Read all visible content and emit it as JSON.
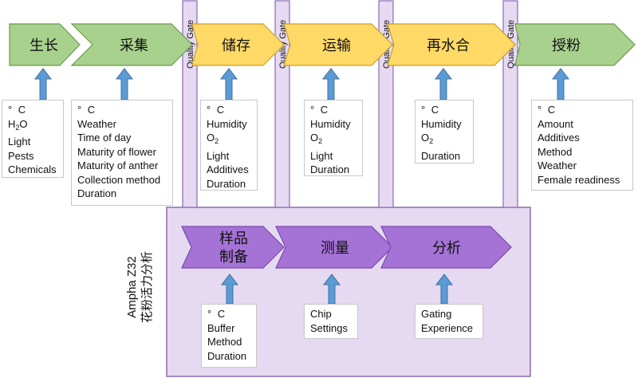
{
  "stages_top": [
    {
      "label": "生长",
      "color": "green"
    },
    {
      "label": "采集",
      "color": "green"
    },
    {
      "label": "储存",
      "color": "yellow"
    },
    {
      "label": "运输",
      "color": "yellow"
    },
    {
      "label": "再水合",
      "color": "yellow"
    },
    {
      "label": "授粉",
      "color": "green"
    }
  ],
  "quality_gate_label": "Quality Gate",
  "factor_boxes_top": [
    {
      "lines": [
        "° C",
        "H2O",
        "Light",
        "Pests",
        "Chemicals"
      ]
    },
    {
      "lines": [
        "° C",
        "Weather",
        "Time of day",
        "Maturity of flower",
        "Maturity of anther",
        "Collection method",
        "Duration"
      ]
    },
    {
      "lines": [
        "° C",
        "Humidity",
        "O2",
        "Light",
        "Additives",
        "Duration"
      ]
    },
    {
      "lines": [
        "° C",
        "Humidity",
        "O2",
        "Light",
        "Duration"
      ]
    },
    {
      "lines": [
        "° C",
        "Humidity",
        "O2",
        "Duration"
      ]
    },
    {
      "lines": [
        "° C",
        "Amount",
        "Additives",
        "Method",
        "Weather",
        "Female readiness"
      ]
    }
  ],
  "analysis_panel": {
    "title_en": "Ampha Z32",
    "title_cn": "花粉活力分析",
    "stages": [
      {
        "label_line1": "样品",
        "label_line2": "制备"
      },
      {
        "label_line1": "测量",
        "label_line2": ""
      },
      {
        "label_line1": "分析",
        "label_line2": ""
      }
    ],
    "factor_boxes": [
      {
        "lines": [
          "° C",
          "Buffer",
          "Method",
          "Duration"
        ]
      },
      {
        "lines": [
          "Chip",
          "Settings"
        ]
      },
      {
        "lines": [
          "Gating",
          "Experience"
        ]
      }
    ]
  },
  "colors": {
    "green_fill": "#a9d18e",
    "green_stroke": "#6a9a4a",
    "yellow_fill": "#ffd966",
    "yellow_stroke": "#c9a227",
    "purple_fill": "#a573d6",
    "purple_stroke": "#7a4aab",
    "panel_fill": "#e6d9f2",
    "panel_stroke": "#8e6bb5",
    "gate_fill": "#e6d9f2",
    "gate_stroke": "#8e6bb5",
    "arrow_fill": "#5b9bd5",
    "arrow_stroke": "#41719c"
  }
}
